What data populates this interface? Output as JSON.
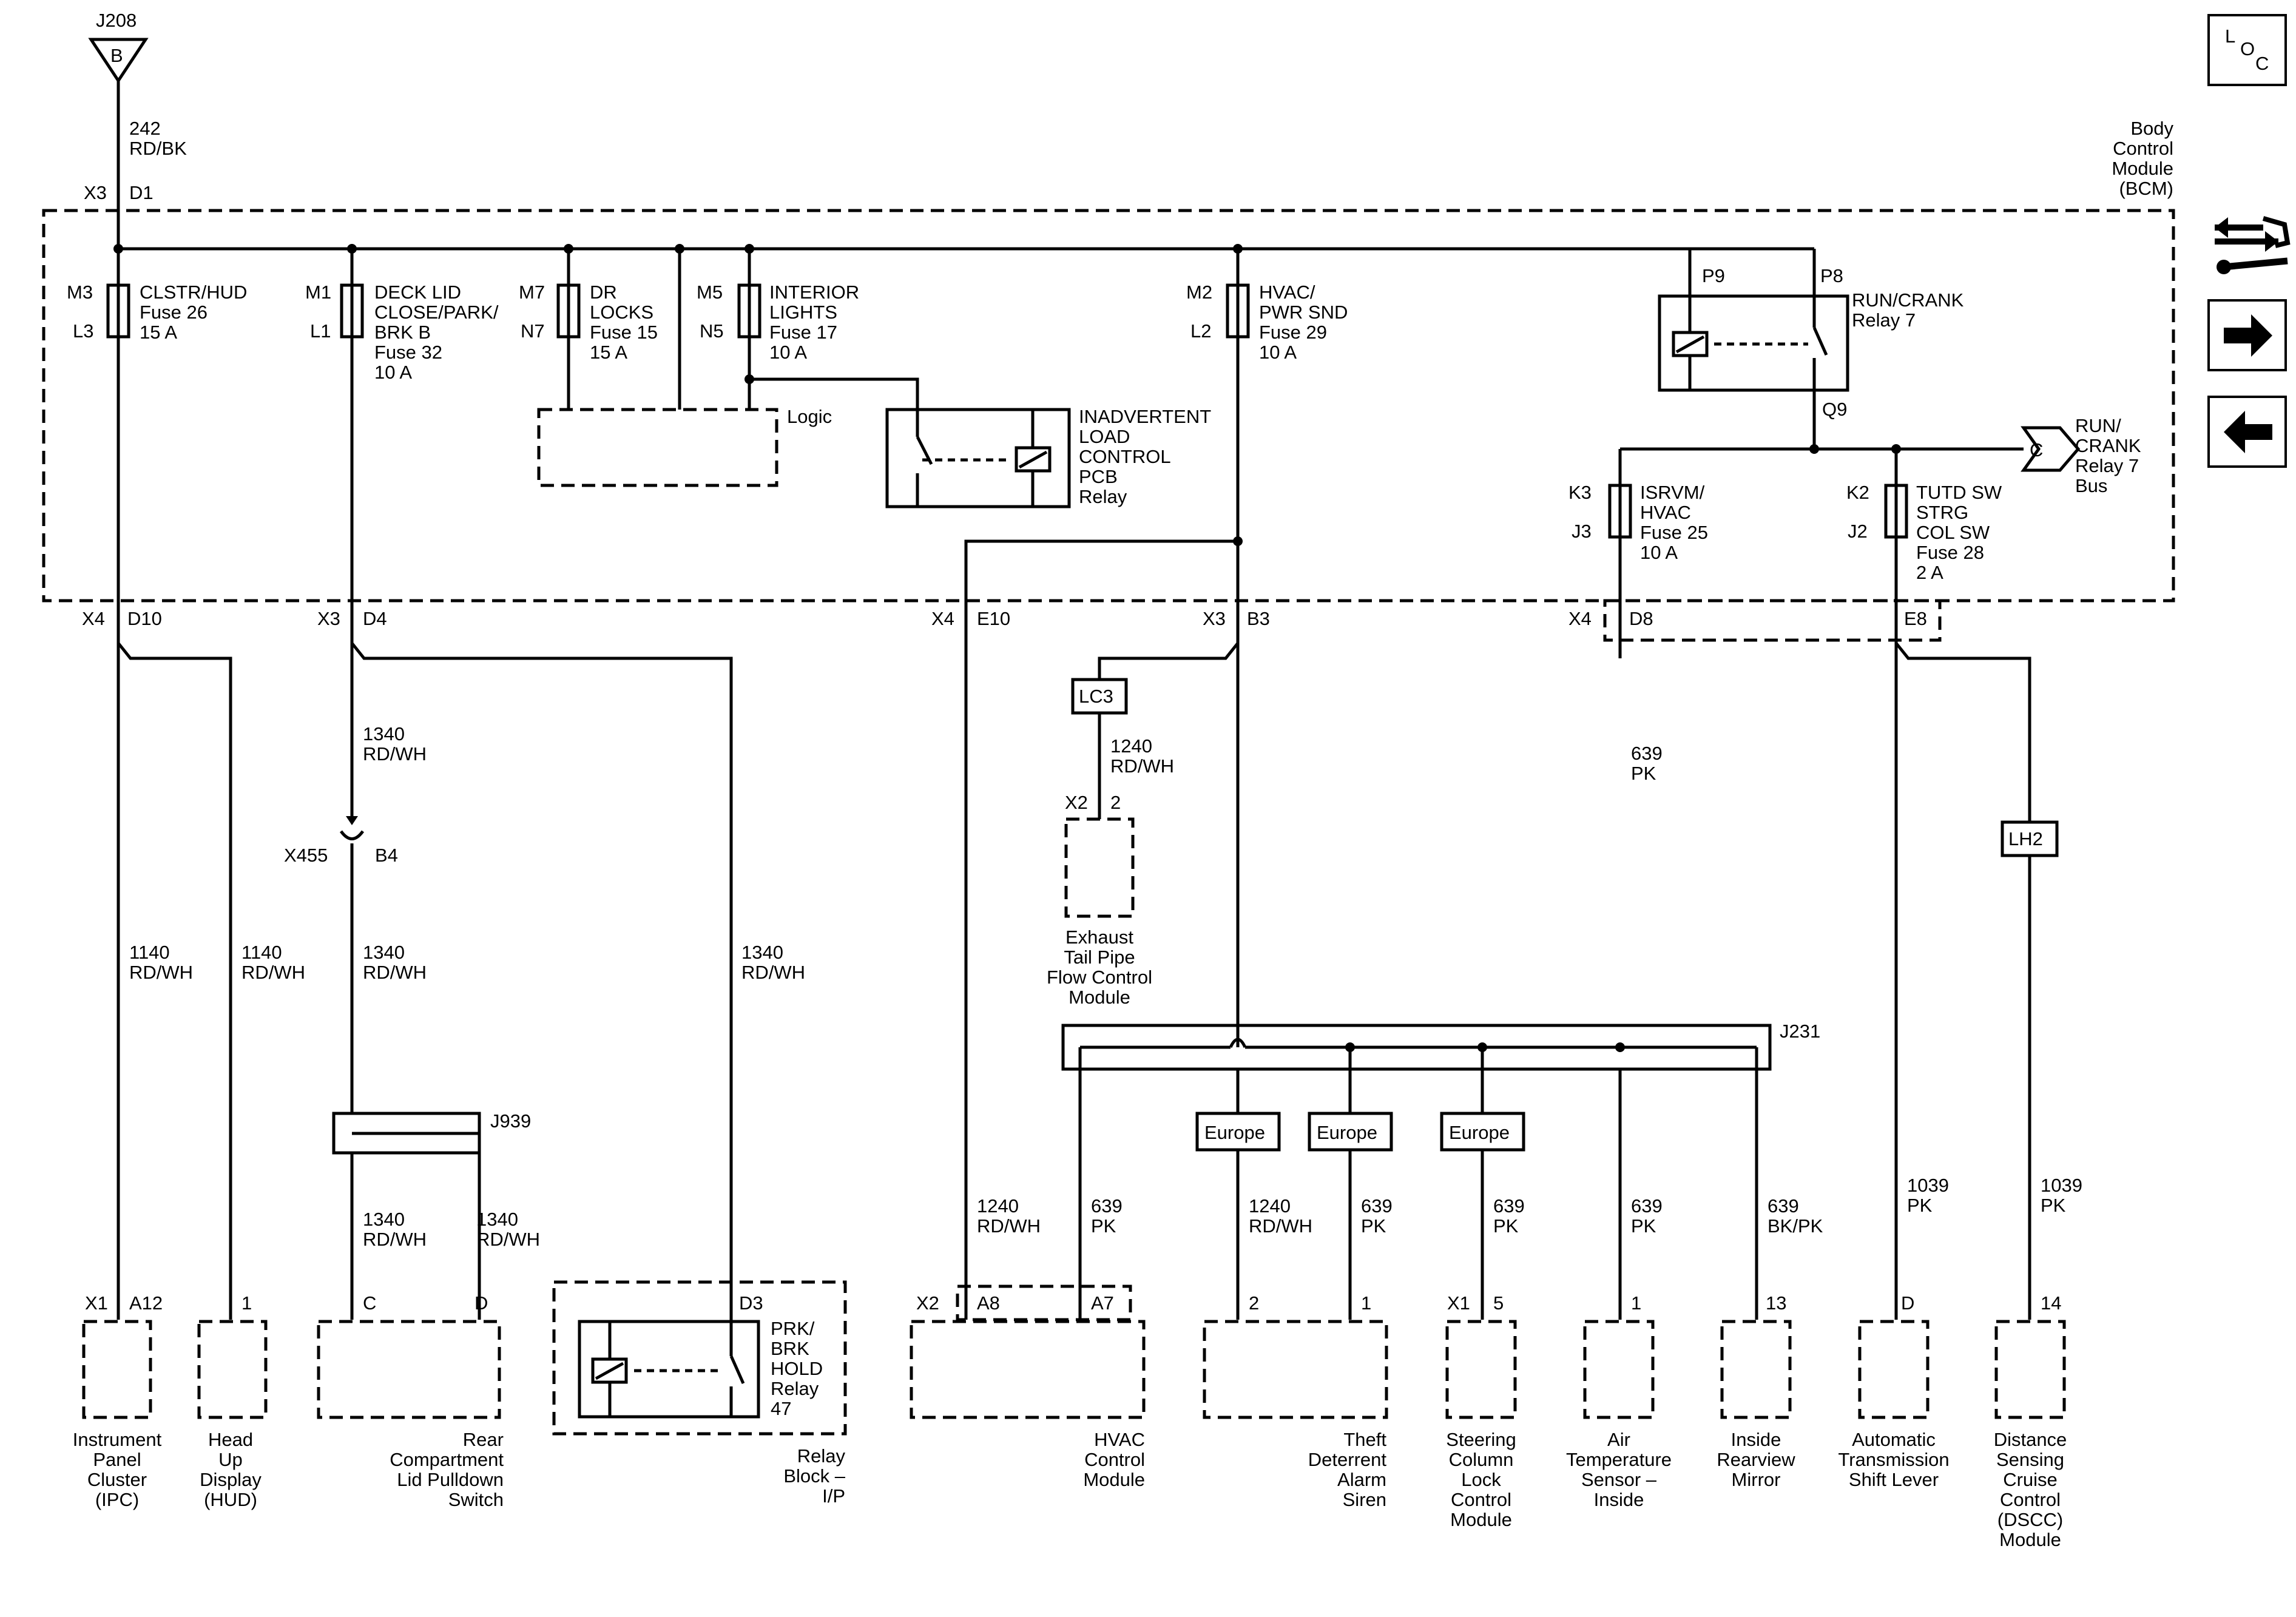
{
  "header": {
    "j208": "J208",
    "j208_pin": "B",
    "wire_top_num": "242",
    "wire_top_color": "RD/BK",
    "top_x": "X3",
    "top_pin": "D1",
    "loc_l": "L",
    "loc_o": "O",
    "loc_c": "C",
    "bcm": [
      "Body",
      "Control",
      "Module",
      "(BCM)"
    ]
  },
  "fuses": {
    "clstr": {
      "top": "M3",
      "bot": "L3",
      "lines": [
        "CLSTR/HUD",
        "Fuse 26",
        "15 A"
      ]
    },
    "deck": {
      "top": "M1",
      "bot": "L1",
      "lines": [
        "DECK LID",
        "CLOSE/PARK/",
        "BRK B",
        "Fuse 32",
        "10 A"
      ]
    },
    "dr": {
      "top": "M7",
      "bot": "N7",
      "lines": [
        "DR",
        "LOCKS",
        "Fuse 15",
        "15 A"
      ]
    },
    "interior": {
      "top": "M5",
      "bot": "N5",
      "lines": [
        "INTERIOR",
        "LIGHTS",
        "Fuse 17",
        "10 A"
      ]
    },
    "hvac": {
      "top": "M2",
      "bot": "L2",
      "lines": [
        "HVAC/",
        "PWR SND",
        "Fuse 29",
        "10 A"
      ]
    },
    "isrvm": {
      "top": "K3",
      "bot": "J3",
      "lines": [
        "ISRVM/",
        "HVAC",
        "Fuse 25",
        "10 A"
      ]
    },
    "tutd": {
      "top": "K2",
      "bot": "J2",
      "lines": [
        "TUTD SW",
        "STRG",
        "COL SW",
        "Fuse 28",
        "2 A"
      ]
    }
  },
  "internal": {
    "logic": "Logic",
    "inadvertent": [
      "INADVERTENT",
      "LOAD",
      "CONTROL",
      "PCB",
      "Relay"
    ],
    "run_relay": [
      "RUN/CRANK",
      "Relay 7"
    ],
    "p9": "P9",
    "p8": "P8",
    "q9": "Q9",
    "bus_letter": "C",
    "bus_label": [
      "RUN/",
      "CRANK",
      "Relay 7",
      "Bus"
    ]
  },
  "connectors": {
    "x4_a": "X4",
    "d10": "D10",
    "x3_a": "X3",
    "d4": "D4",
    "x4_b": "X4",
    "e10": "E10",
    "x3_b": "X3",
    "b3": "B3",
    "x4_c": "X4",
    "d8": "D8",
    "e8": "E8",
    "lc3": "LC3",
    "lh2": "LH2",
    "x455": "X455",
    "b4": "B4",
    "j939": "J939",
    "j231": "J231",
    "x2_a": "X2",
    "pin2_a": "2",
    "europe1": "Europe",
    "europe2": "Europe",
    "europe3": "Europe"
  },
  "wires": {
    "w1340_top": [
      "1340",
      "RD/WH"
    ],
    "w1240_lc3": [
      "1240",
      "RD/WH"
    ],
    "w639_k3": [
      "639",
      "PK"
    ],
    "w1140_a": [
      "1140",
      "RD/WH"
    ],
    "w1140_b": [
      "1140",
      "RD/WH"
    ],
    "w1340_b4": [
      "1340",
      "RD/WH"
    ],
    "w1340_relay": [
      "1340",
      "RD/WH"
    ],
    "w1340_c": [
      "1340",
      "RD/WH"
    ],
    "w1340_d": [
      "1340",
      "RD/WH"
    ],
    "w1240_hvac": [
      "1240",
      "RD/WH"
    ],
    "w639_hvac": [
      "639",
      "PK"
    ],
    "w1240_theft": [
      "1240",
      "RD/WH"
    ],
    "w639_theft": [
      "639",
      "PK"
    ],
    "w639_steer": [
      "639",
      "PK"
    ],
    "w639_air": [
      "639",
      "PK"
    ],
    "w639_mirror": [
      "639",
      "BK/PK"
    ],
    "w1039_trans": [
      "1039",
      "PK"
    ],
    "w1039_dscc": [
      "1039",
      "PK"
    ]
  },
  "pins": {
    "ipc_x": "X1",
    "ipc_pin": "A12",
    "hud_pin": "1",
    "rear_c": "C",
    "rear_d": "D",
    "relay_d3": "D3",
    "hvac_x": "X2",
    "hvac_a8": "A8",
    "hvac_a7": "A7",
    "theft_2": "2",
    "theft_1": "1",
    "steer_x": "X1",
    "steer_5": "5",
    "air_1": "1",
    "mirror_13": "13",
    "trans_d": "D",
    "dscc_14": "14"
  },
  "components": {
    "exhaust": [
      "Exhaust",
      "Tail Pipe",
      "Flow Control",
      "Module"
    ],
    "ipc": [
      "Instrument",
      "Panel",
      "Cluster",
      "(IPC)"
    ],
    "hud": [
      "Head",
      "Up",
      "Display",
      "(HUD)"
    ],
    "rear": [
      "Rear",
      "Compartment",
      "Lid Pulldown",
      "Switch"
    ],
    "prk_relay": [
      "PRK/",
      "BRK",
      "HOLD",
      "Relay",
      "47"
    ],
    "relay_block": [
      "Relay",
      "Block –",
      "I/P"
    ],
    "hvac": [
      "HVAC",
      "Control",
      "Module"
    ],
    "theft": [
      "Theft",
      "Deterrent",
      "Alarm",
      "Siren"
    ],
    "steer": [
      "Steering",
      "Column",
      "Lock",
      "Control",
      "Module"
    ],
    "air": [
      "Air",
      "Temperature",
      "Sensor –",
      "Inside"
    ],
    "mirror": [
      "Inside",
      "Rearview",
      "Mirror"
    ],
    "trans": [
      "Automatic",
      "Transmission",
      "Shift Lever"
    ],
    "dscc": [
      "Distance",
      "Sensing",
      "Cruise",
      "Control",
      "(DSCC)",
      "Module"
    ]
  },
  "nav": {
    "service_icon": "service-tools-icon",
    "next_icon": "arrow-right-icon",
    "prev_icon": "arrow-left-icon"
  }
}
